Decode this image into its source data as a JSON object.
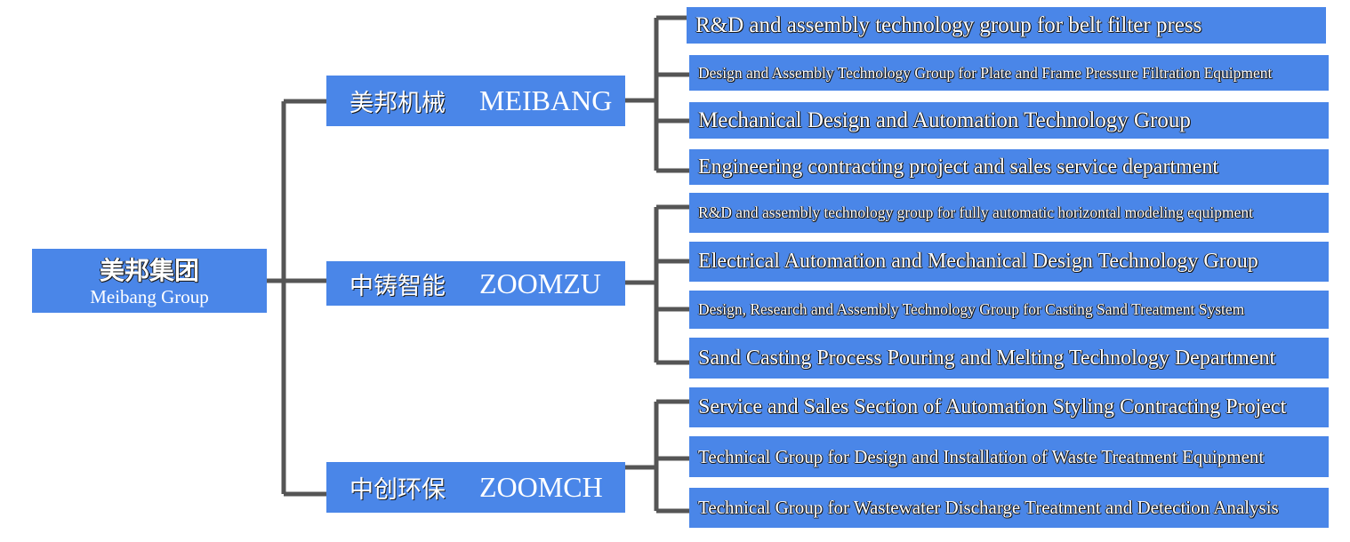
{
  "root": {
    "cn": "美邦集团",
    "en": "Meibang  Group"
  },
  "companies": [
    {
      "cn": "美邦机械",
      "en": "MEIBANG",
      "departments": [
        "R&D and assembly technology group for belt filter press",
        "Design and Assembly Technology Group for Plate and Frame Pressure Filtration Equipment",
        "Mechanical Design and Automation Technology Group",
        "Engineering contracting project and sales service department"
      ]
    },
    {
      "cn": "中铸智能",
      "en": "ZOOMZU",
      "departments": [
        "R&D and assembly technology group for fully automatic horizontal modeling equipment",
        "Electrical Automation and Mechanical Design Technology Group",
        "Design, Research and Assembly Technology Group for Casting Sand Treatment System",
        "Sand Casting Process Pouring and Melting Technology Department"
      ]
    },
    {
      "cn": "中创环保",
      "en": "ZOOMCH",
      "departments": [
        "Service and Sales Section of Automation Styling Contracting Project",
        "Technical Group for Design and Installation of Waste Treatment Equipment",
        "Technical Group for Wastewater Discharge Treatment and Detection Analysis"
      ]
    }
  ],
  "colors": {
    "box": "#4a86e8",
    "line": "#555555",
    "text": "#ffffff"
  }
}
